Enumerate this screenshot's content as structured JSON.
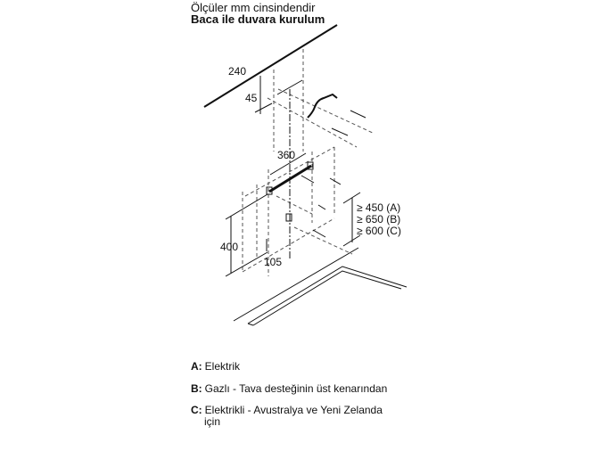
{
  "header": {
    "units_note": "Ölçüler mm cinsindendir",
    "title": "Baca ile duvara kurulum"
  },
  "dimensions": {
    "d240": "240",
    "d45": "45",
    "d360": "360",
    "d400": "400",
    "d105": "105",
    "min_a": "≥ 450 (A)",
    "min_b": "≥ 650 (B)",
    "min_c": "≥ 600 (C)"
  },
  "legend": [
    {
      "key": "A:",
      "text": "Elektrik"
    },
    {
      "key": "B:",
      "text": "Gazlı - Tava desteğinin üst kenarından"
    },
    {
      "key": "C:",
      "text": "Elektrikli - Avustralya ve Yeni Zelanda",
      "text2": "için"
    }
  ]
}
